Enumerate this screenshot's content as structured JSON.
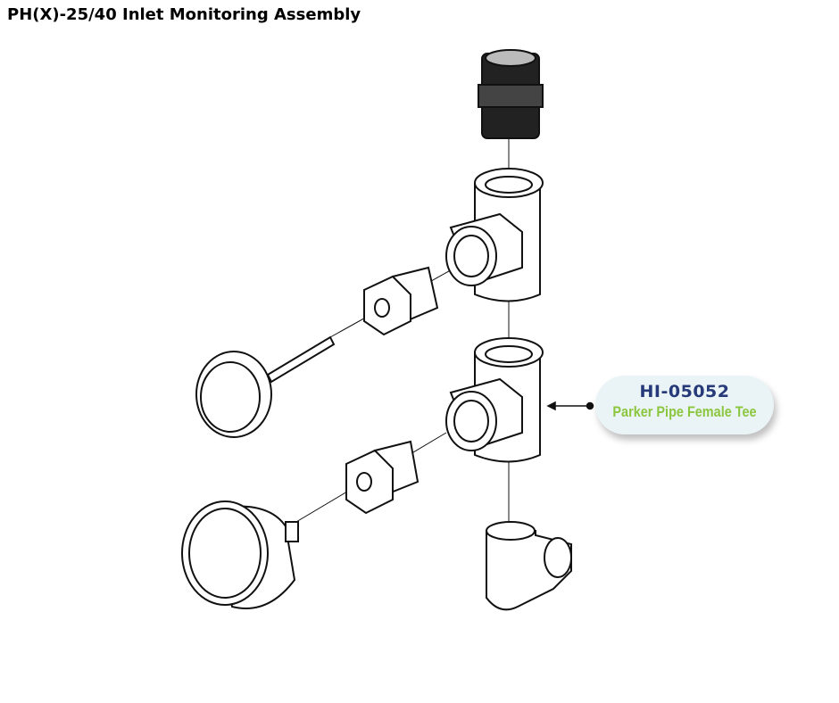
{
  "title": "PH(X)-25/40 Inlet Monitoring Assembly",
  "callout": {
    "part_number": "HI-05052",
    "part_name": "Parker Pipe Female Tee"
  },
  "colors": {
    "part_number": "#263a7a",
    "part_name": "#8cc63f",
    "callout_bg": "#eaf4f6"
  }
}
